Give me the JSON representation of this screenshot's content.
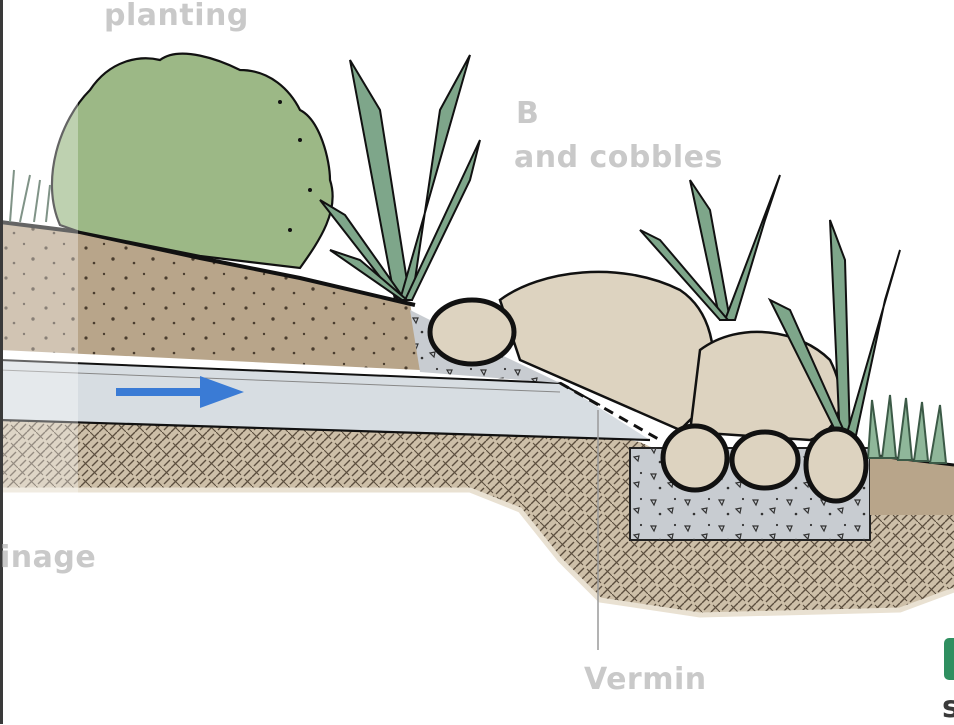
{
  "labels": {
    "top": "planting",
    "boulders_line1": "B",
    "boulders_line2": "and cobbles",
    "left": "inage",
    "bottom": "Vermin",
    "right_edge": "s"
  },
  "flow_arrow": {
    "direction": "right",
    "color": "#3a7bd5"
  },
  "colors": {
    "soil": "#b8a58a",
    "soil_dark": "#a69276",
    "bedrock": "#cdbfa8",
    "gravel": "#c8ccd1",
    "pipe": "#d7dde2",
    "boulder": "#ddd3c0",
    "shrub": "#9cb886",
    "grass": "#7ea68a",
    "outline": "#111111"
  }
}
